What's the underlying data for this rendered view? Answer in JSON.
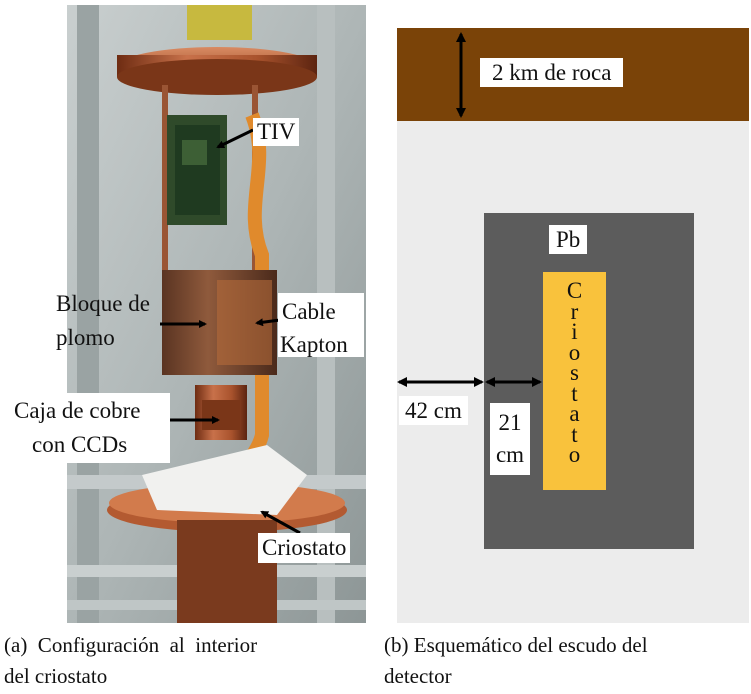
{
  "panel_a": {
    "labels": {
      "tiv": "TIV",
      "block_line1": "Bloque de",
      "block_line2": "plomo",
      "cable_line1": "Cable",
      "cable_line2": "Kapton",
      "box_line1": "Caja de cobre",
      "box_line2": "con CCDs",
      "cryostat": "Criostato"
    },
    "caption_line1": "(a)  Configuración  al  interior",
    "caption_line2": "del criostato"
  },
  "panel_b": {
    "rock_label": "2 km de roca",
    "lead_label": "Pb",
    "cryostat_letters": [
      "C",
      "r",
      "i",
      "o",
      "s",
      "t",
      "a",
      "t",
      "o"
    ],
    "dist_outer": "42 cm",
    "dist_inner_line1": "21",
    "dist_inner_line2": "cm",
    "caption_line1": "(b) Esquemático del escudo del",
    "caption_line2": "detector",
    "colors": {
      "rock": "#7a4308",
      "ground": "#ececec",
      "lead": "#5c5c5c",
      "cryostat": "#f9c23c"
    }
  }
}
